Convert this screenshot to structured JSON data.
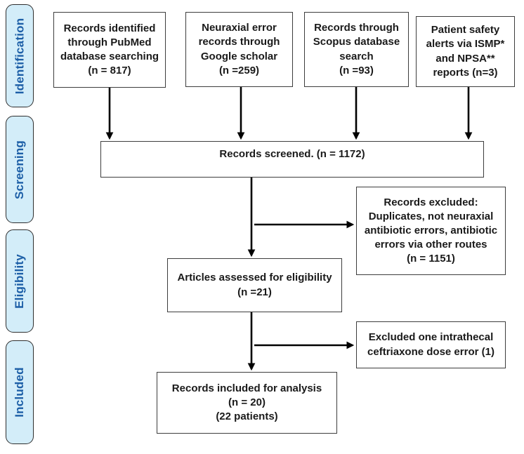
{
  "figure": {
    "type": "prisma-flow-diagram",
    "background_color": "#ffffff",
    "box_border_color": "#3d3d3d",
    "arrow_color": "#000000"
  },
  "sidebar": {
    "fill_color": "#d3edf9",
    "border_color": "#2e2e2e",
    "text_color": "#1d5fa7",
    "stages": [
      {
        "label": "Identification"
      },
      {
        "label": "Screening"
      },
      {
        "label": "Eligibility"
      },
      {
        "label": "Included"
      }
    ]
  },
  "flow": {
    "sources": [
      {
        "text": "Records identified\nthrough PubMed\ndatabase searching\n(n = 817)"
      },
      {
        "text": "Neuraxial error\nrecords through\nGoogle scholar\n(n =259)"
      },
      {
        "text": "Records through\nScopus database\nsearch\n(n =93)"
      },
      {
        "text": "Patient safety\nalerts via ISMP*\nand NPSA**\nreports (n=3)"
      }
    ],
    "screened": {
      "text": "Records screened. (n = 1172)"
    },
    "excluded_records": {
      "text": "Records excluded:\nDuplicates, not neuraxial\nantibiotic errors, antibiotic\nerrors via other routes\n(n = 1151)"
    },
    "eligibility": {
      "text": "Articles assessed for eligibility\n(n =21)"
    },
    "excluded_one": {
      "text": "Excluded one intrathecal\nceftriaxone dose error (1)"
    },
    "included": {
      "text": "Records included for analysis\n(n = 20)\n(22 patients)"
    }
  }
}
